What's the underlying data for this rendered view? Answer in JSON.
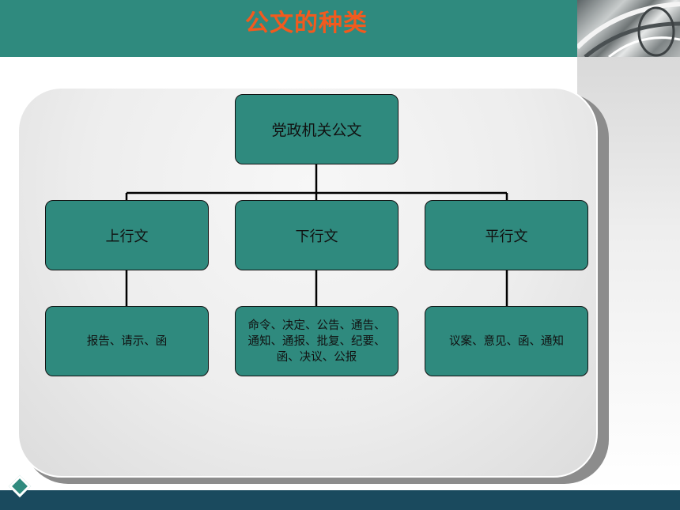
{
  "title": "公文的种类",
  "diagram": {
    "root": {
      "label": "党政机关公文"
    },
    "branches": [
      {
        "label": "上行文",
        "leaf": [
          "报告、请示、函"
        ]
      },
      {
        "label": "下行文",
        "leaf": [
          "命令、决定、公告、通告、",
          "通知、通报、批复、纪要、",
          "函、决议、公报"
        ]
      },
      {
        "label": "平行文",
        "leaf": [
          "议案、意见、函、通知"
        ]
      }
    ]
  },
  "colors": {
    "header": "#2f8a7e",
    "title": "#f25a1e",
    "node_fill": "#2f8a7e",
    "footer": "#1a4a5e"
  }
}
